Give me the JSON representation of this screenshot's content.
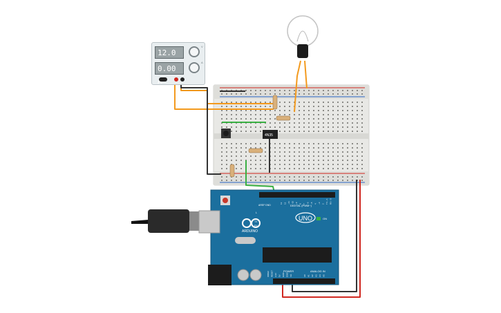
{
  "power_supply": {
    "voltage": "12.0 V",
    "current": "0.00 A",
    "knob1_mark": "V",
    "knob2_mark": "A"
  },
  "arduino": {
    "model": "UNO",
    "brand": "ARDUINO",
    "digital_label": "DIGITAL (PWM~)",
    "power_label": "POWER",
    "analog_label": "ANALOG IN",
    "on_label": "ON",
    "tx_label": "TX",
    "rx_label": "RX",
    "l_label": "L",
    "aref_label": "AREF",
    "gnd_label": "GND",
    "digital_pins": [
      "13",
      "12",
      "~11",
      "~10",
      "~9",
      "8",
      "7",
      "~6",
      "~5",
      "4",
      "~3",
      "2",
      "TX→1",
      "RX←0"
    ],
    "power_pins": [
      "IOREF",
      "RESET",
      "3.3V",
      "5V",
      "GND",
      "GND",
      "Vin"
    ],
    "analog_pins": [
      "A0",
      "A1",
      "A2",
      "A3",
      "A4",
      "A5"
    ]
  },
  "ic": {
    "label": "4N35"
  },
  "colors": {
    "arduino_blue": "#1b6f9e",
    "wire_orange": "#f39a1e",
    "wire_black": "#333333",
    "wire_red": "#d0271f",
    "wire_green": "#3ab043",
    "breadboard": "#e8e8e5"
  }
}
